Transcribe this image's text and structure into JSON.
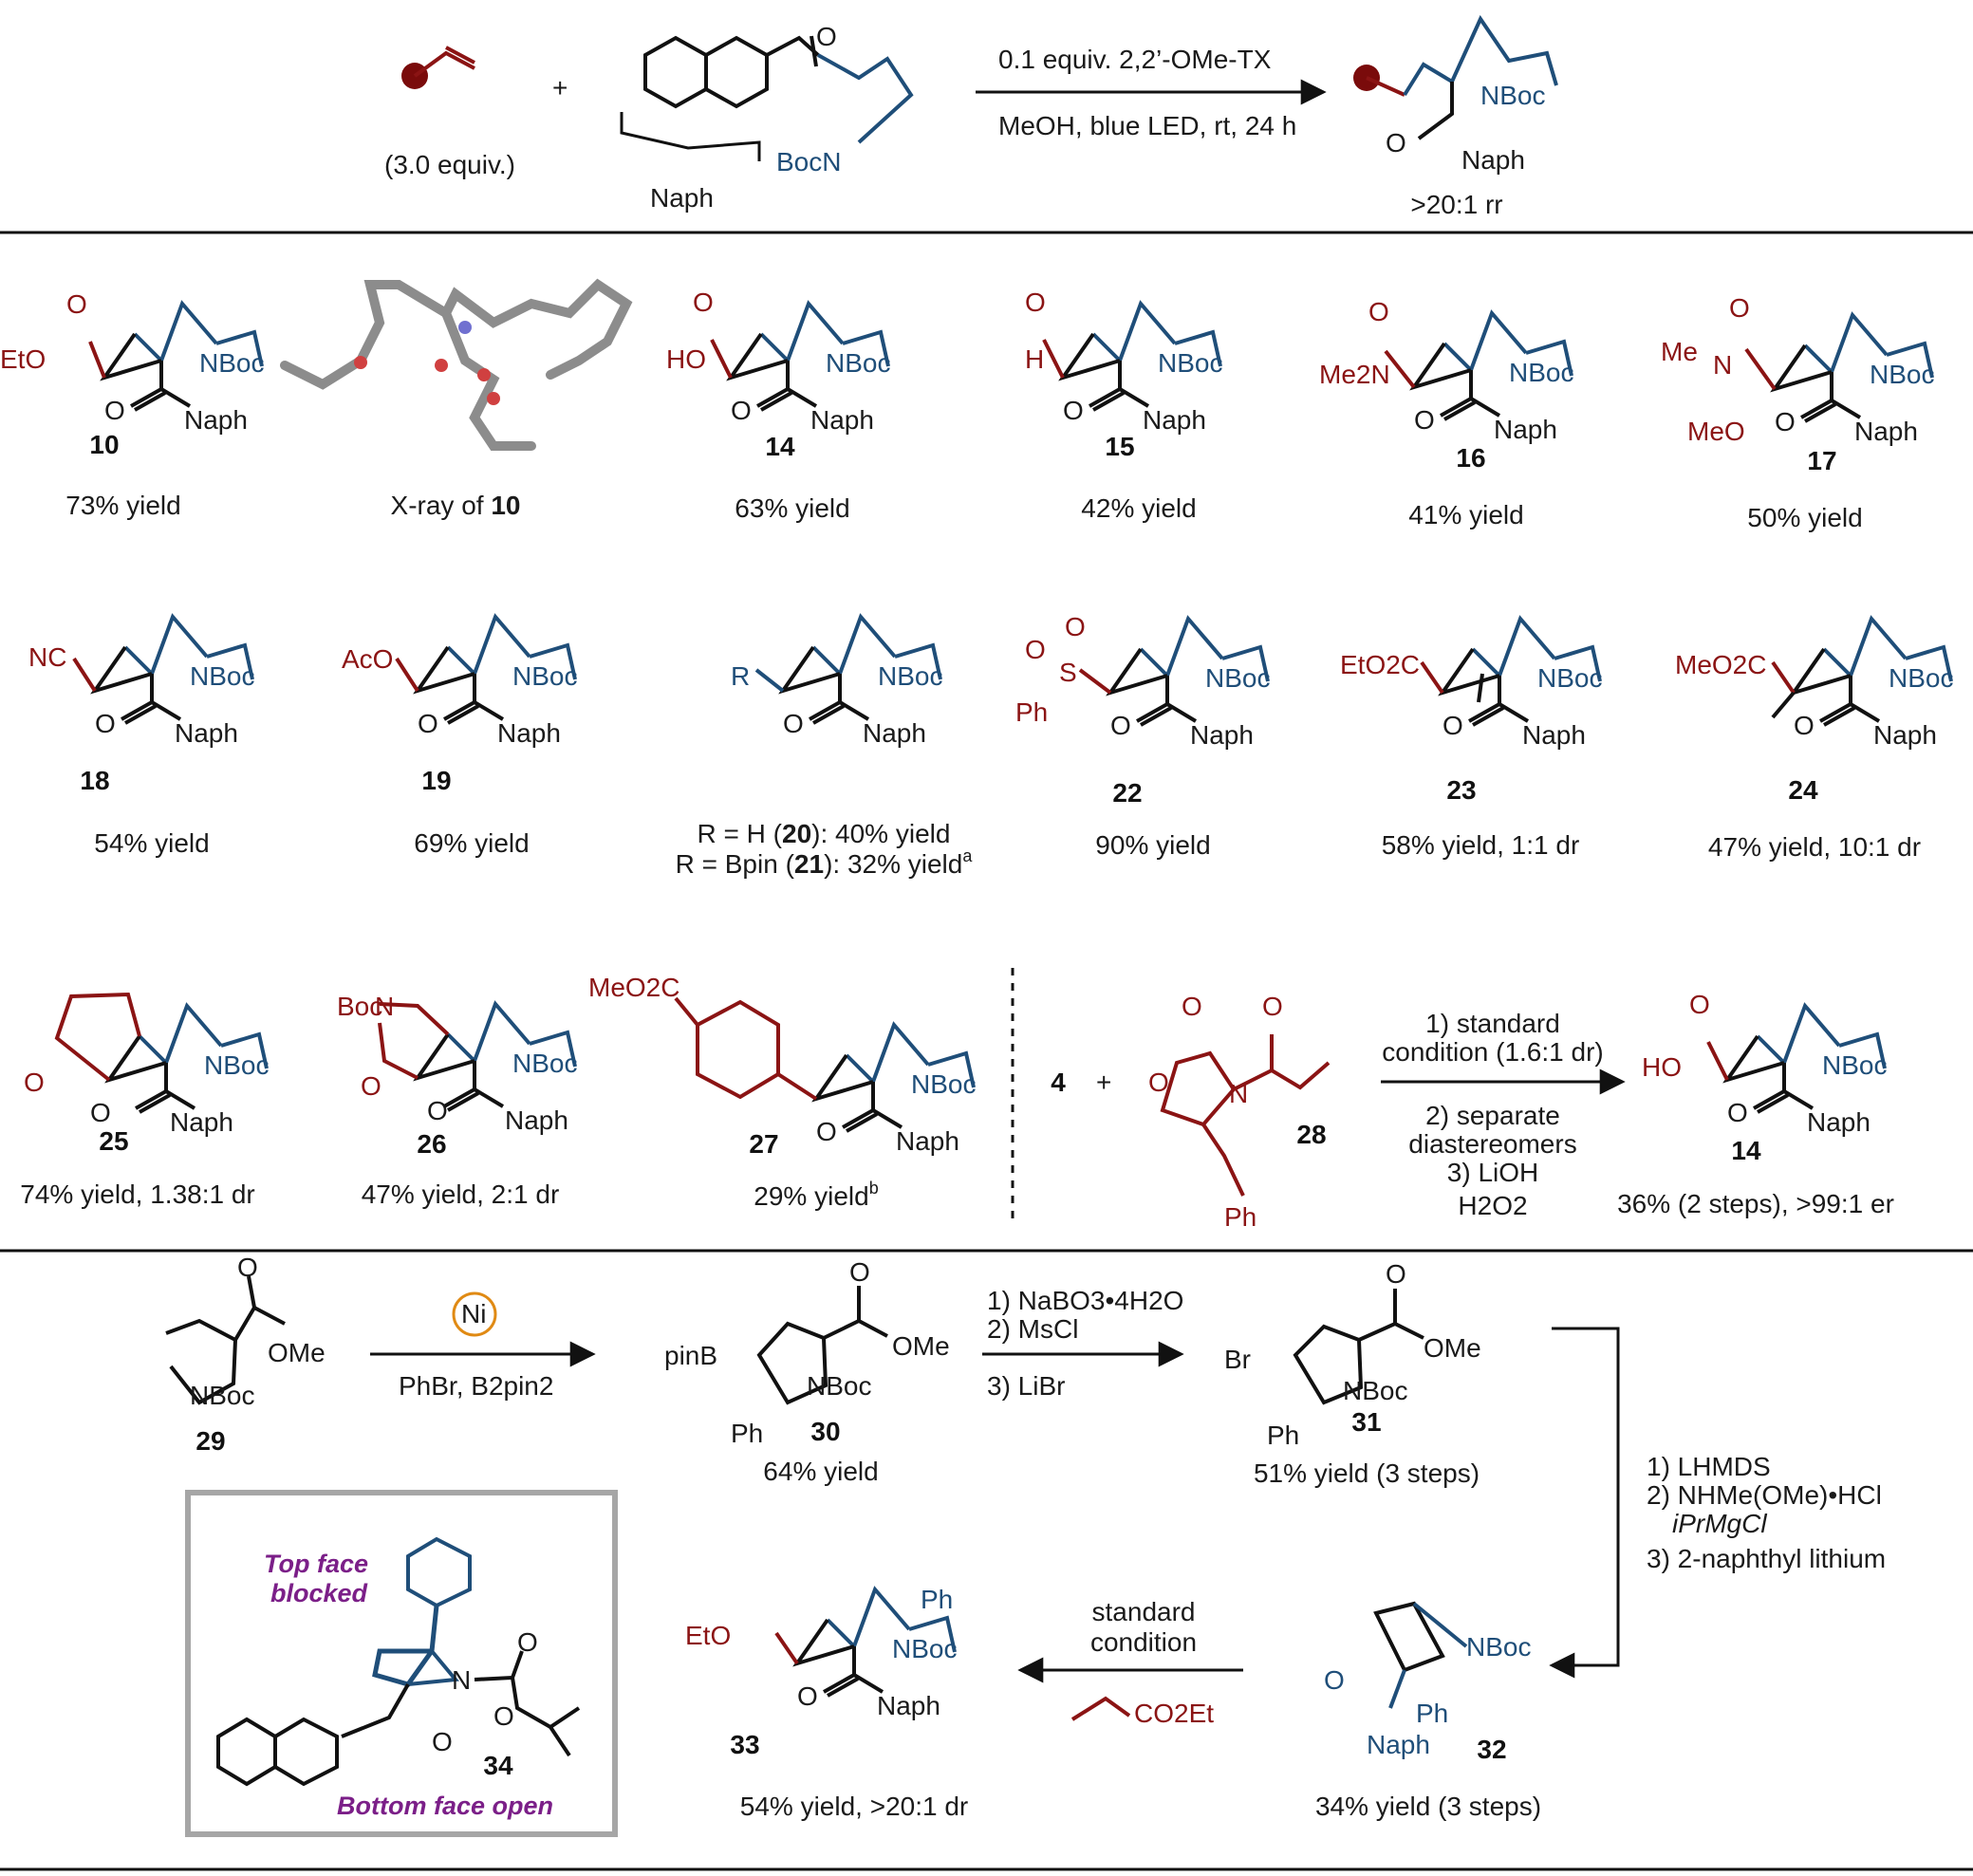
{
  "colors": {
    "core": "#1f4e79",
    "substituent": "#8b1414",
    "note": "#7b1f88",
    "frame": "#a6a6a6"
  },
  "scheme": {
    "alkene_equiv": "(3.0 equiv.)",
    "plus": "+",
    "naph": "Naph",
    "boc_n": "BocN",
    "o": "O",
    "reagent_line": "0.1 equiv. 2,2’-OMe-TX",
    "conditions_line": "MeOH, blue LED, rt, 24 h",
    "product_nboc": "NBoc",
    "product_naph": "Naph",
    "rr": ">20:1 rr"
  },
  "compounds": [
    {
      "id": "10",
      "sub": "EtO",
      "yield": "73% yield"
    },
    {
      "id": "",
      "sub": "",
      "yield": "X-ray of ",
      "bold": "10"
    },
    {
      "id": "14",
      "sub": "HO",
      "yield": "63% yield"
    },
    {
      "id": "15",
      "sub": "H",
      "yield": "42% yield"
    },
    {
      "id": "16",
      "sub": "Me2N",
      "yield": "41% yield"
    },
    {
      "id": "17",
      "sub": "Me / MeO",
      "yield": "50% yield"
    },
    {
      "id": "18",
      "sub": "NC",
      "yield": "54% yield"
    },
    {
      "id": "19",
      "sub": "AcO",
      "yield": "69% yield"
    },
    {
      "id": "",
      "sub": "R",
      "yield": "R = H (20): 40% yield",
      "yield2": "R = Bpin (21): 32% yield"
    },
    {
      "id": "22",
      "sub": "Ph",
      "yield": "90% yield"
    },
    {
      "id": "23",
      "sub": "EtO2C",
      "yield": "58% yield, 1:1 dr"
    },
    {
      "id": "24",
      "sub": "MeO2C",
      "yield": "47% yield, 10:1 dr"
    },
    {
      "id": "25",
      "sub": "O",
      "yield": "74% yield, 1.38:1 dr"
    },
    {
      "id": "26",
      "sub": "BocN",
      "yield": "47% yield, 2:1 dr"
    },
    {
      "id": "27",
      "sub": "MeO2C",
      "yield": "29% yield"
    }
  ],
  "labels": {
    "nboc": "NBoc",
    "naph": "Naph",
    "o": "O",
    "ho": "HO",
    "h": "H",
    "me": "Me",
    "meo": "MeO",
    "n": "N",
    "nc": "NC",
    "aco": "AcO",
    "r": "R",
    "ph": "Ph",
    "s": "S",
    "eto": "EtO",
    "boc": "Boc",
    "x_ray": "X-ray of ",
    "x_ray_id": "10",
    "r20_a": "R = H (",
    "r20_b": "20",
    "r20_c": "): 40% yield",
    "r21_a": "R = Bpin (",
    "r21_b": "21",
    "r21_c": "): 32% yield",
    "sup_a": "a",
    "sup_b": "b",
    "y27": "29% yield"
  },
  "asymmetric": {
    "four": "4",
    "plus": "+",
    "id28": "28",
    "step1": "1) standard",
    "step1b": "condition (1.6:1 dr)",
    "step2": "2) separate",
    "step2b": "diastereomers",
    "step3": "3) LiOH",
    "step3b": "H2O2",
    "id14": "14",
    "result": "36% (2 steps), >99:1 er"
  },
  "sequence": {
    "id29": "29",
    "ome": "OMe",
    "nboc": "NBoc",
    "ni": "Ni",
    "phbr": "PhBr, B2pin2",
    "pinb": "pinB",
    "ph": "Ph",
    "id30": "30",
    "y30": "64% yield",
    "s1": "1) NaBO3•4H2O",
    "s2": "2) MsCl",
    "s3": "3) LiBr",
    "br": "Br",
    "id31": "31",
    "y31": "51% yield (3 steps)",
    "t1": "1) LHMDS",
    "t2": "2) NHMe(OMe)•HCl",
    "t2b": "iPrMgCl",
    "t3": "3) 2-naphthyl lithium",
    "id32": "32",
    "y32": "34% yield (3 steps)",
    "std1": "standard",
    "std2": "condition",
    "co2et": "CO2Et",
    "id33": "33",
    "y33": "54% yield, >20:1 dr"
  },
  "model": {
    "top1": "Top face",
    "top2": "blocked",
    "bottom": "Bottom face open",
    "id34": "34"
  }
}
